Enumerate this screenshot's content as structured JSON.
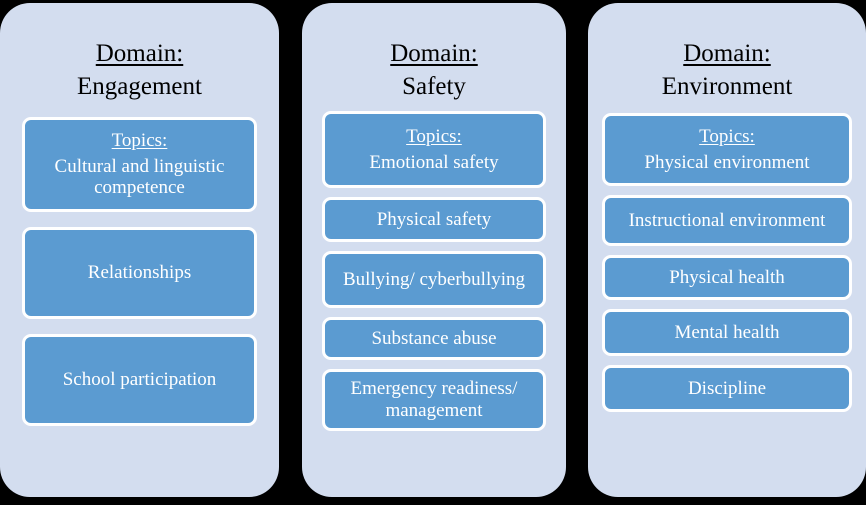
{
  "theme": {
    "background": "#000000",
    "panel_background": "#d3ddef",
    "topic_box_background": "#5b9bd1",
    "topic_box_border": "#ffffff",
    "topic_text_color": "#ffffff",
    "heading_text_color": "#000000"
  },
  "labels": {
    "domain_label": "Domain:",
    "topics_label": "Topics:"
  },
  "columns": [
    {
      "domain": "Engagement",
      "topics": [
        "Cultural and linguistic competence",
        "Relationships",
        "School participation"
      ]
    },
    {
      "domain": "Safety",
      "topics": [
        "Emotional safety",
        "Physical safety",
        "Bullying/ cyberbullying",
        "Substance abuse",
        "Emergency readiness/ management"
      ]
    },
    {
      "domain": "Environment",
      "topics": [
        "Physical environment",
        "Instructional environment",
        "Physical health",
        "Mental health",
        "Discipline"
      ]
    }
  ]
}
